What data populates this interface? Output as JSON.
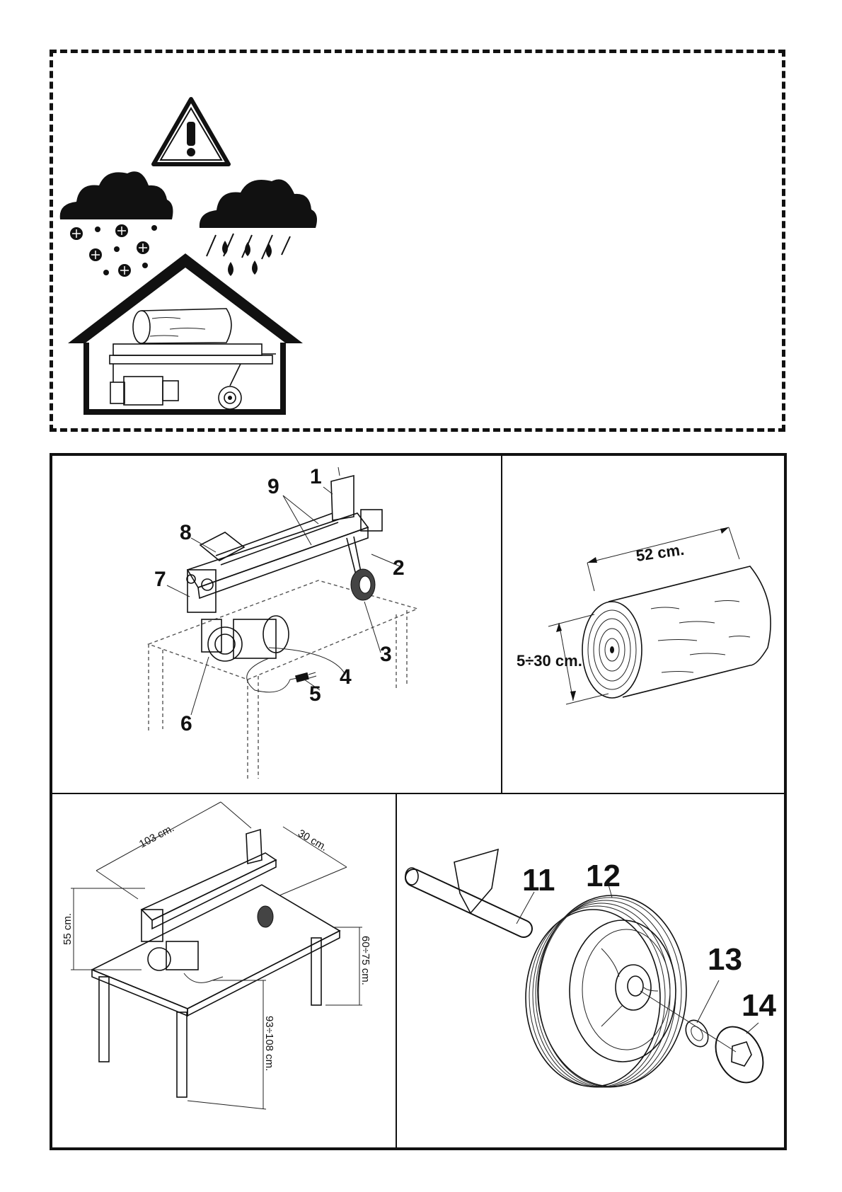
{
  "warning_panel": {
    "icons": [
      "warning-triangle-icon",
      "snow-cloud-icon",
      "rain-cloud-icon",
      "house-shelter-icon",
      "log-splitter-icon"
    ]
  },
  "figure_parts": {
    "callouts": [
      "1",
      "2",
      "3",
      "4",
      "5",
      "6",
      "7",
      "8",
      "9"
    ]
  },
  "figure_log": {
    "length": "52 cm.",
    "diameter": "5÷30 cm."
  },
  "figure_table": {
    "length": "103 cm.",
    "width": "30 cm.",
    "machine_height": "55 cm.",
    "table_height": "60÷75 cm.",
    "working_height": "93÷108 cm."
  },
  "figure_wheel": {
    "callouts": [
      "11",
      "12",
      "13",
      "14"
    ]
  },
  "colors": {
    "ink": "#111111",
    "paper": "#ffffff"
  }
}
